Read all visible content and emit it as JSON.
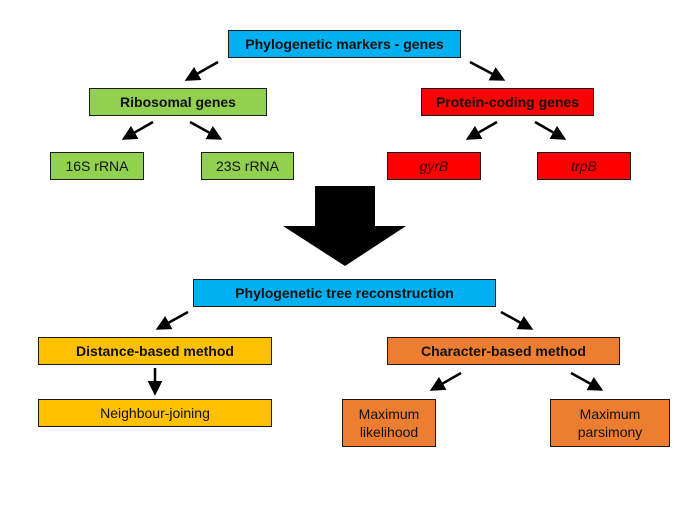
{
  "colors": {
    "blue": "#00b0f0",
    "green": "#92d050",
    "red": "#ff0000",
    "yellow": "#ffc000",
    "orange": "#ed7d31",
    "arrow": "#000000"
  },
  "markers": {
    "title": "Phylogenetic markers - genes",
    "ribosomal": {
      "label": "Ribosomal genes",
      "children": [
        "16S rRNA",
        "23S rRNA"
      ]
    },
    "protein_coding": {
      "label": "Protein-coding genes",
      "children": [
        "gyrB",
        "trpB"
      ]
    }
  },
  "transition_arrow": "big-down-arrow",
  "reconstruction": {
    "title": "Phylogenetic tree reconstruction",
    "distance": {
      "label": "Distance-based method",
      "children": [
        "Neighbour-joining"
      ]
    },
    "character": {
      "label": "Character-based method",
      "children": [
        "Maximum likelihood",
        "Maximum parsimony"
      ]
    }
  }
}
